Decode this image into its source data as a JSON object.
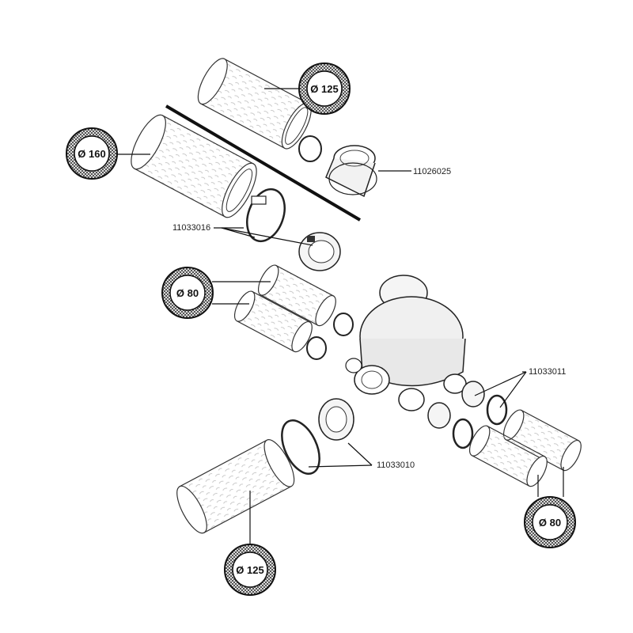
{
  "diameter_badges": {
    "d125_top": "Ø 125",
    "d160": "Ø 160",
    "d80_left": "Ø 80",
    "d80_right": "Ø 80",
    "d125_bottom": "Ø 125"
  },
  "part_numbers": {
    "p11026025": "11026025",
    "p11033016": "11033016",
    "p11033011": "11033011",
    "p11033010": "11033010"
  }
}
